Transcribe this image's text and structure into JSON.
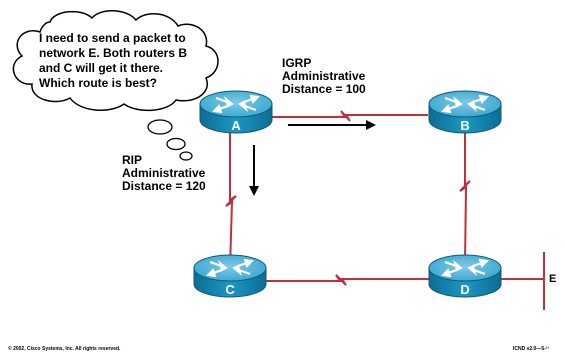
{
  "thought_bubble": {
    "lines": [
      "I need to send a packet to",
      "network E. Both routers B",
      "and C will get it there.",
      "Which route is best?"
    ]
  },
  "igrp": {
    "lines": [
      "IGRP",
      "Administrative",
      "Distance = 100"
    ]
  },
  "rip": {
    "lines": [
      "RIP",
      "Administrative",
      "Distance = 120"
    ]
  },
  "routers": {
    "a": "A",
    "b": "B",
    "c": "C",
    "d": "D"
  },
  "network": {
    "label": "E"
  },
  "footer": {
    "copyright": "© 2002, Cisco Systems, Inc. All rights reserved.",
    "course": "ICND v2.0—5-¹¹"
  },
  "colors": {
    "router_fill": "#1a8fb6",
    "router_top": "#5ab8d8",
    "link": "#c0303a",
    "arrow": "#000000"
  }
}
